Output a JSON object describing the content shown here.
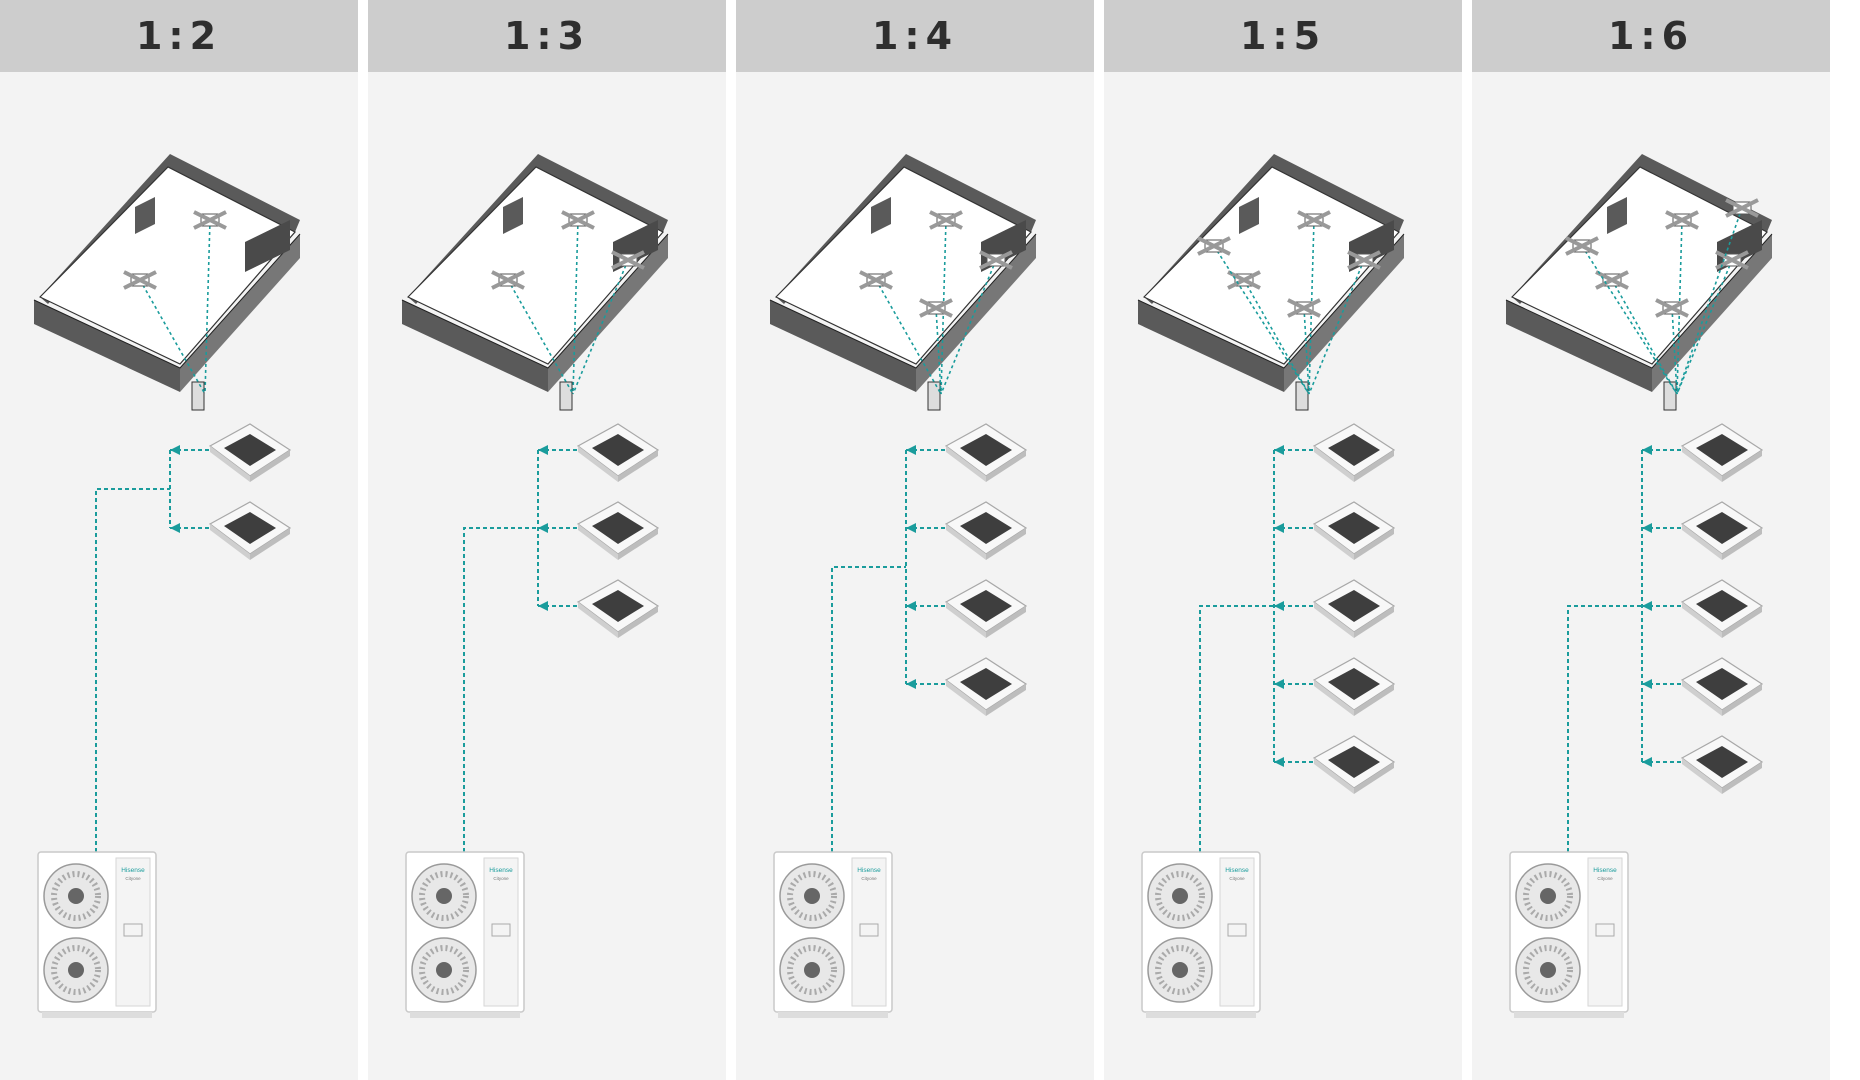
{
  "panels": [
    {
      "label": "1:2",
      "indoor_units": 2
    },
    {
      "label": "1:3",
      "indoor_units": 3
    },
    {
      "label": "1:4",
      "indoor_units": 4
    },
    {
      "label": "1:5",
      "indoor_units": 5
    },
    {
      "label": "1:6",
      "indoor_units": 6
    }
  ],
  "outdoor_unit": {
    "brand_text": "Hisense",
    "series_text": "Cityone"
  },
  "colors": {
    "panel_bg": "#f3f3f3",
    "header_bg": "#cdcdcd",
    "pipe": "#1a9c9c",
    "wall_dark": "#5a5a5a",
    "wall_light": "#ffffff"
  },
  "icons": [
    "outdoor-unit-icon",
    "cassette-indoor-unit-icon",
    "building-floorplan-icon",
    "arrow-left-icon"
  ]
}
